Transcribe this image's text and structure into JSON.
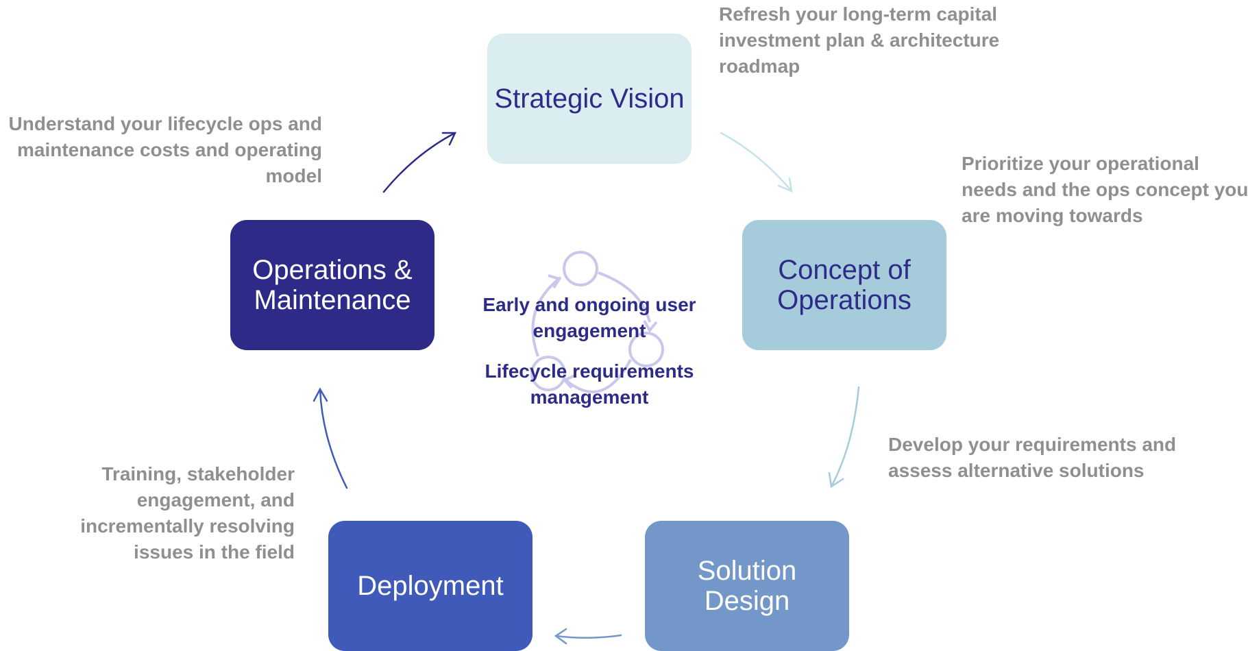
{
  "stages": {
    "vision": "Strategic Vision",
    "conops": "Concept of Operations",
    "design": "Solution Design",
    "deploy": "Deployment",
    "ops": "Operations & Maintenance"
  },
  "notes": {
    "vision": "Refresh your long-term capital investment plan & architecture roadmap",
    "conops": "Prioritize your operational needs and the ops concept you are moving towards",
    "design": "Develop your requirements and assess alternative solutions",
    "deploy": "Training, stakeholder engagement, and incrementally resolving issues in the field",
    "ops": "Understand your lifecycle ops and maintenance costs and operating model"
  },
  "center": {
    "engagement": "Early and ongoing user engagement",
    "requirements": "Lifecycle requirements management"
  },
  "colors": {
    "vision_fill": "#daedf0",
    "conops_fill": "#a6cbdb",
    "design_fill": "#7297c8",
    "deploy_fill": "#3f5ab8",
    "ops_fill": "#2d2b87",
    "note_text": "#8f8f8f",
    "center_text": "#2d2b87",
    "cycle_icon": "#c9c8ea"
  }
}
